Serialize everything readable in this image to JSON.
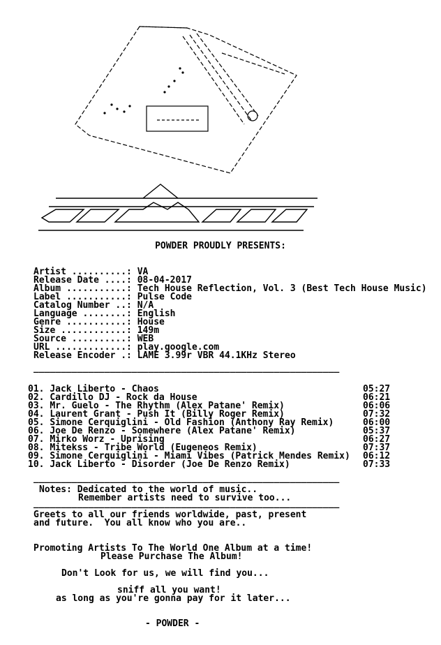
{
  "presents": "POWDER PROUDLY PRESENTS:",
  "info": [
    {
      "label": "Artist ..........:",
      "value": "VA"
    },
    {
      "label": "Release Date ....:",
      "value": "08-04-2017"
    },
    {
      "label": "Album ...........:",
      "value": "Tech House Reflection, Vol. 3 (Best Tech House Music)"
    },
    {
      "label": "Label ...........:",
      "value": "Pulse Code"
    },
    {
      "label": "Catalog Number ..:",
      "value": "N/A"
    },
    {
      "label": "Language ........:",
      "value": "English"
    },
    {
      "label": "Genre ...........:",
      "value": "House"
    },
    {
      "label": "Size ............:",
      "value": "149m"
    },
    {
      "label": "Source ..........:",
      "value": "WEB"
    },
    {
      "label": "URL .............:",
      "value": "play.google.com"
    },
    {
      "label": "Release Encoder .:",
      "value": "LAME 3.99r VBR 44.1KHz Stereo"
    }
  ],
  "separator": "________________________________________________________",
  "tracks": [
    {
      "no": "01.",
      "title": "Jack Liberto - Chaos",
      "time": "05:27"
    },
    {
      "no": "02.",
      "title": "Cardillo DJ - Rock da House",
      "time": "06:21"
    },
    {
      "no": "03.",
      "title": "Mr. Guelo - The Rhythm (Alex Patane' Remix)",
      "time": "06:06"
    },
    {
      "no": "04.",
      "title": "Laurent Grant - Push It (Billy Roger Remix)",
      "time": "07:32"
    },
    {
      "no": "05.",
      "title": "Simone Cerquiglini - Old Fashion (Anthony Ray Remix)",
      "time": "06:00"
    },
    {
      "no": "06.",
      "title": "Joe De Renzo - Somewhere (Alex Patane' Remix)",
      "time": "05:37"
    },
    {
      "no": "07.",
      "title": "Mirko Worz - Uprising",
      "time": "06:27"
    },
    {
      "no": "08.",
      "title": "Mitekss - Tribe World (Eugeneos Remix)",
      "time": "07:37"
    },
    {
      "no": "09.",
      "title": "Simone Cerquiglini - Miami Vibes (Patrick Mendes Remix)",
      "time": "06:12"
    },
    {
      "no": "10.",
      "title": "Jack Liberto - Disorder (Joe De Renzo Remix)",
      "time": "07:33"
    }
  ],
  "notes": {
    "line1": "Notes: Dedicated to the world of music..",
    "line2": "Remember artists need to survive too..."
  },
  "greets": {
    "line1": "Greets to all our friends worldwide, past, present",
    "line2": "and future.  You all know who you are.."
  },
  "promo": {
    "line1": "Promoting Artists To The World One Album at a time!",
    "line2": "Please Purchase The Album!"
  },
  "dont_look": "Don't Look for us, we will find you...",
  "sniff": {
    "line1": "sniff all you want!",
    "line2": "as long as you're gonna pay for it later..."
  },
  "signature": "- POWDER -"
}
